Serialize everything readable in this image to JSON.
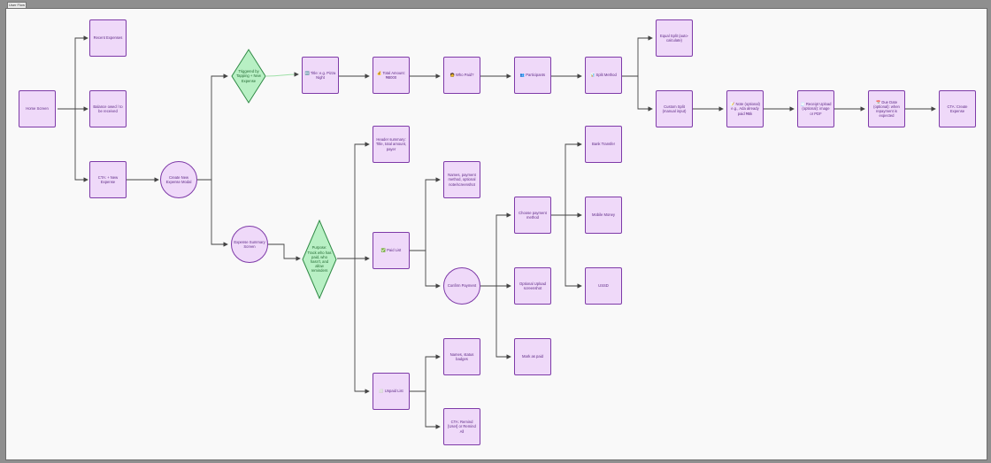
{
  "frame_label": "User Flow",
  "nodes": {
    "home": "Home Screen",
    "recent": "Recent Expenses",
    "balance": "Balance owed / to be received",
    "cta_new": "CTA: + New Expense",
    "create_modal": "Create New Expense Modal",
    "triggered": "Triggered by Tapping + New Expense",
    "title": "🔤 Title: e.g. Pizza Night",
    "total": "💰 Total Amount: ₦8000",
    "who_paid": "🧑 Who Paid?",
    "participants": "👥 Participants",
    "split_method": "📊 Split Method",
    "equal_split": "Equal Split (auto-calculate)",
    "custom_split": "Custom Split (manual input)",
    "note": "📝 Note (optional) e.g., Ada already paid ₦5k",
    "receipt": "🧾 Receipt Upload (optional): image or PDF",
    "due_date": "📅 Due Date (optional): when repayment is expected",
    "cta_create": "CTA: Create Expense",
    "summary_screen": "Expense Summary Screen",
    "purpose": "Purpose: Track who has paid, who hasn't, and allow reminders",
    "header_summary": "Header summary: Title, total amount, payer",
    "paid_list": "✅ Paid List",
    "names_payment": "Names, payment method, optional note/screenshot",
    "confirm_payment": "Confirm Payment",
    "choose_method": "Choose payment method",
    "bank": "Bank Transfer",
    "mobile": "Mobile Money",
    "ussd": "USSD",
    "optional_upload": "Optional Upload screenshot",
    "mark_paid": "Mark as paid",
    "unpaid_list": "⬜ Unpaid List",
    "names_status": "Names, status badges",
    "cta_remind": "CTA: Remind [User] or Remind All"
  },
  "colors": {
    "node_fill": "#efd9f9",
    "node_stroke": "#7e3aa8",
    "node_text": "#5e2a86",
    "decision_fill": "#b8f0c4",
    "decision_stroke": "#2f8a45",
    "edge": "#444444"
  }
}
